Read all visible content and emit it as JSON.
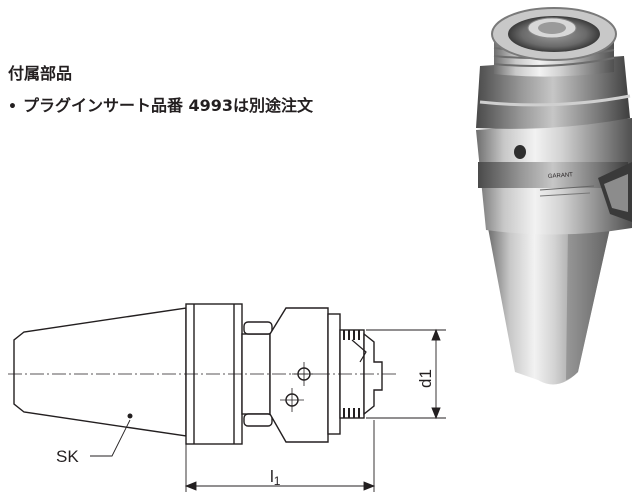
{
  "notes": {
    "heading": "付属部品",
    "items": [
      {
        "bullet": "•",
        "text": "プラグインサート品番 4993は別途注文"
      }
    ]
  },
  "drawing": {
    "labels": {
      "taper": "SK",
      "length_prefix": "l",
      "length_sub": "1",
      "diameter": "d1"
    }
  },
  "photo": {
    "engraving": "GARANT"
  },
  "colors": {
    "ink": "#231f20",
    "steel_light": "#ebebeb",
    "steel_mid": "#b4b4b4",
    "steel_dark": "#5a5a5a"
  }
}
